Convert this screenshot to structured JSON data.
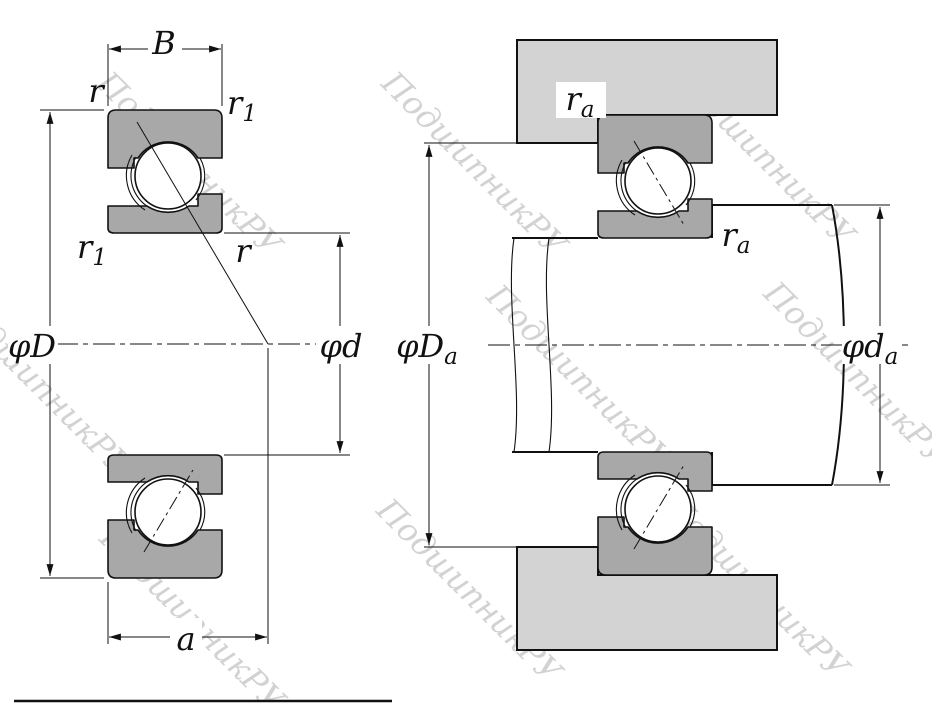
{
  "drawing": {
    "type": "angular-contact-ball-bearing-drawing",
    "watermark_text": "ПодшипникРУ",
    "colors": {
      "line": "#111111",
      "ring_fill": "#a8a8a8",
      "housing_fill": "#d3d3d3",
      "watermark": "#c8c8c8",
      "background": "#ffffff"
    }
  },
  "left_view": {
    "name": "bearing cross-section",
    "labels": {
      "width": "B",
      "chamfer_r": "r",
      "chamfer_r1_base": "r",
      "chamfer_r1_sub": "1",
      "outer_diameter": "φD",
      "bore_diameter": "φd",
      "offset_a": "a"
    }
  },
  "right_view": {
    "name": "mounted bearing with shaft and housing",
    "labels": {
      "fillet_ra_base": "r",
      "fillet_ra_sub": "a",
      "housing_shoulder_dia_base": "φD",
      "housing_shoulder_dia_sub": "a",
      "shaft_shoulder_dia_base": "φd",
      "shaft_shoulder_dia_sub": "a"
    }
  }
}
